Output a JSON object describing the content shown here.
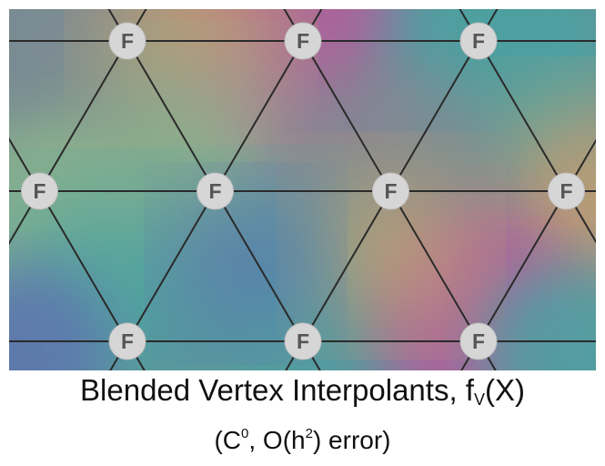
{
  "diagram": {
    "vertex_label": "F",
    "colors": {
      "mesh_line": "#2a2a2a",
      "vertex_fill": "#d6d6d6",
      "vertex_text": "#555555",
      "blend_magenta": "#b45f9c",
      "blend_teal": "#4aa3a3",
      "blend_green": "#8fb58c",
      "blend_blue": "#5d74b0",
      "blend_orange": "#c7a070",
      "blend_gray": "#7f8b93"
    }
  },
  "caption": {
    "main_pre": "Blended Vertex Interpolants, f",
    "main_sub": "V",
    "main_post": "(X)",
    "sub_pre": "(C",
    "sub_sup1": "0",
    "sub_mid": ", O(h",
    "sub_sup2": "2",
    "sub_post": ") error)"
  }
}
